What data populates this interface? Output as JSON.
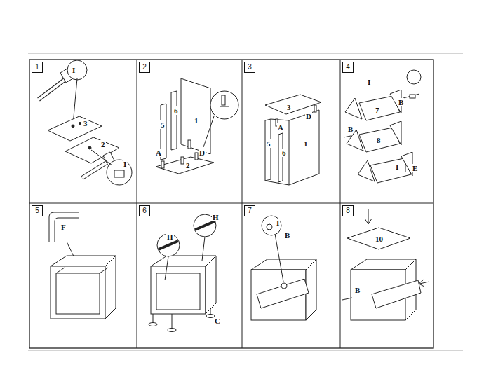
{
  "diagram": {
    "nodes": [
      {
        "text": [
          "1"
        ]
      },
      {
        "text": [
          "2"
        ]
      },
      {
        "text": [
          "3"
        ]
      },
      {
        "text": [
          "4"
        ]
      },
      {
        "text": [
          "5"
        ]
      },
      {
        "text": [
          "6"
        ]
      },
      {
        "text": [
          "7"
        ]
      },
      {
        "text": [
          "8"
        ]
      }
    ],
    "labels": [
      "I",
      "3",
      "2",
      "I",
      "6",
      "5",
      "1",
      "A",
      "D",
      "2",
      "3",
      "D",
      "A",
      "5",
      "6",
      "1",
      "I",
      "7",
      "B",
      "8",
      "B",
      "I",
      "E",
      "F",
      "H",
      "H",
      "C",
      "I",
      "B",
      "10",
      "B"
    ]
  }
}
